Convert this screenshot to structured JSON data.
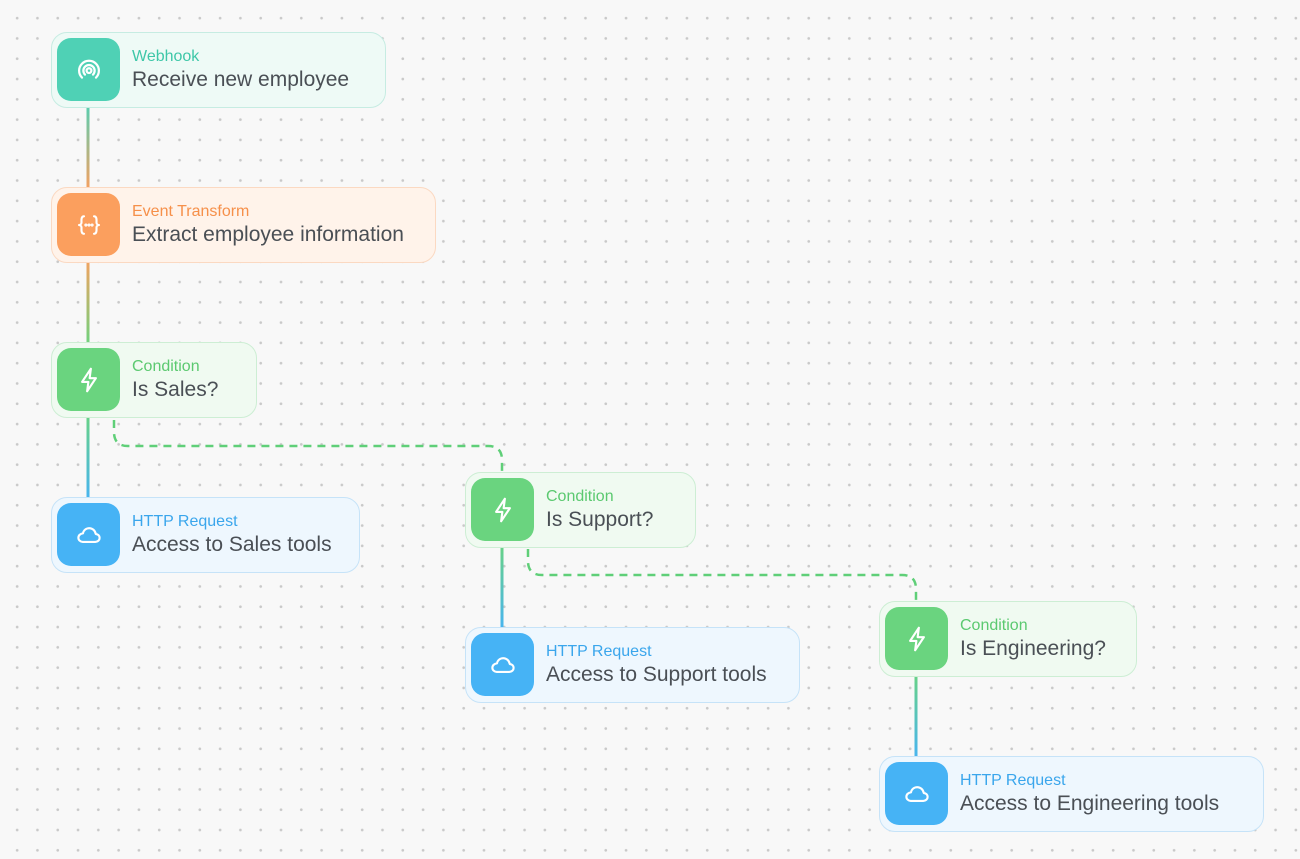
{
  "colors": {
    "webhook": "#4fd1b5",
    "event_transform": "#fb9f5e",
    "condition": "#6ad47f",
    "http_request": "#46b3f5",
    "canvas_background": "#f8f8f8"
  },
  "nodes": {
    "webhook": {
      "kind": "Webhook",
      "label": "Receive new employee",
      "icon": "broadcast-icon"
    },
    "transform": {
      "kind": "Event Transform",
      "label": "Extract employee information",
      "icon": "code-braces-icon"
    },
    "condition_sales": {
      "kind": "Condition",
      "label": "Is Sales?",
      "icon": "lightning-icon"
    },
    "http_sales": {
      "kind": "HTTP Request",
      "label": "Access to Sales tools",
      "icon": "cloud-icon"
    },
    "condition_support": {
      "kind": "Condition",
      "label": "Is Support?",
      "icon": "lightning-icon"
    },
    "http_support": {
      "kind": "HTTP Request",
      "label": "Access to Support tools",
      "icon": "cloud-icon"
    },
    "condition_engineering": {
      "kind": "Condition",
      "label": "Is Engineering?",
      "icon": "lightning-icon"
    },
    "http_engineering": {
      "kind": "HTTP Request",
      "label": "Access to Engineering tools",
      "icon": "cloud-icon"
    }
  }
}
